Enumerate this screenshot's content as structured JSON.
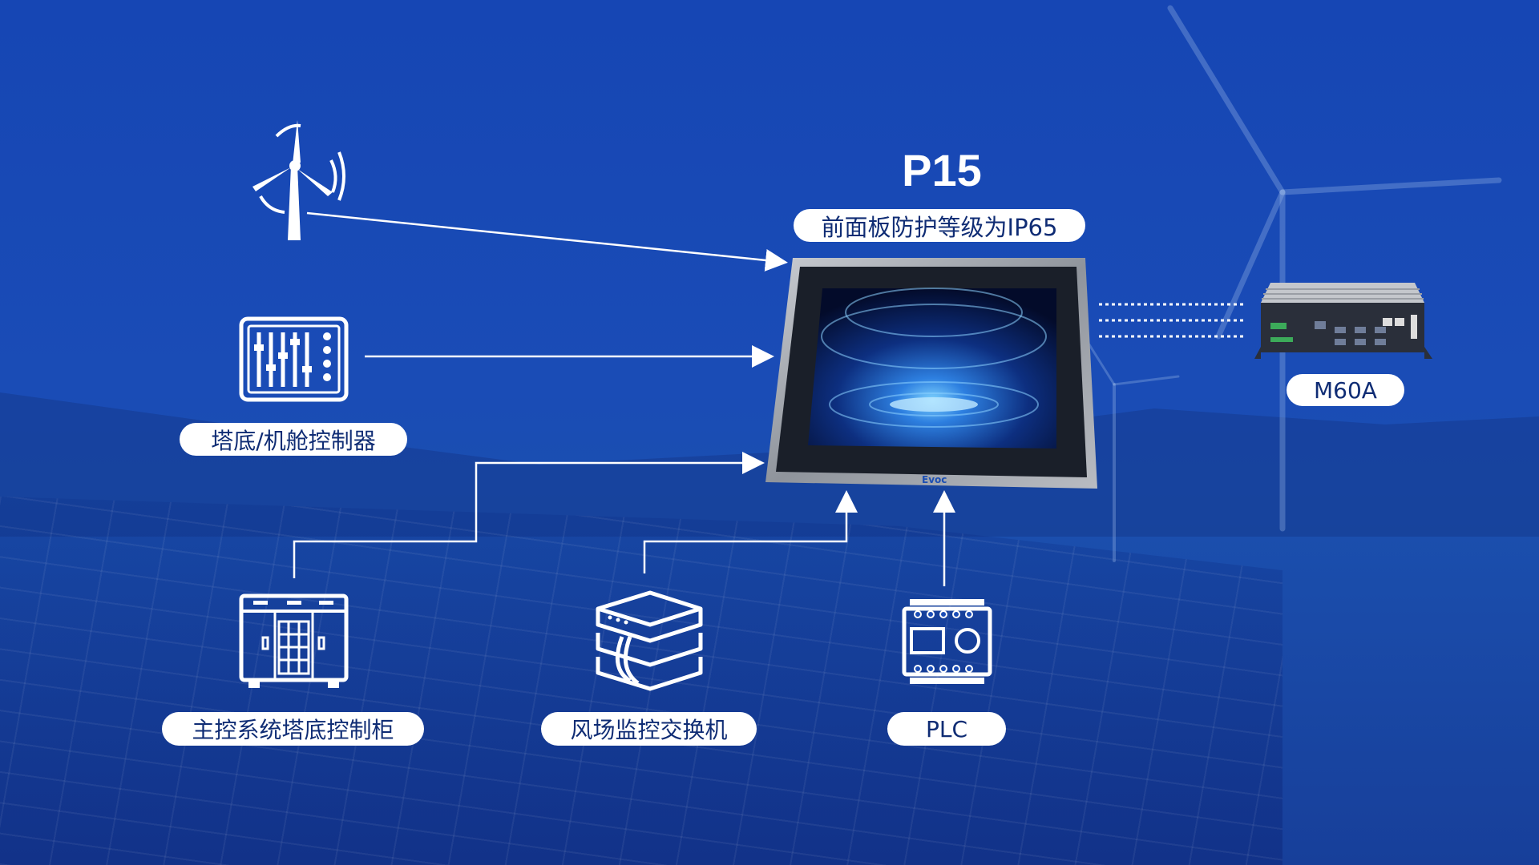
{
  "product": {
    "title": "P15",
    "subtitle": "前面板防护等级为IP65",
    "logo": "Evoc"
  },
  "peer_device": {
    "label": "M60A"
  },
  "sources": [
    {
      "label": "",
      "icon": "wind-turbine-icon"
    },
    {
      "label": "塔底/机舱控制器",
      "icon": "controller-panel-icon"
    },
    {
      "label": "主控系统塔底控制柜",
      "icon": "control-cabinet-icon"
    },
    {
      "label": "风场监控交换机",
      "icon": "network-switch-icon"
    },
    {
      "label": "PLC",
      "icon": "plc-icon"
    }
  ],
  "colors": {
    "background": "#1a4cb6",
    "pill_text": "#0f2c74",
    "line": "#ffffff"
  }
}
